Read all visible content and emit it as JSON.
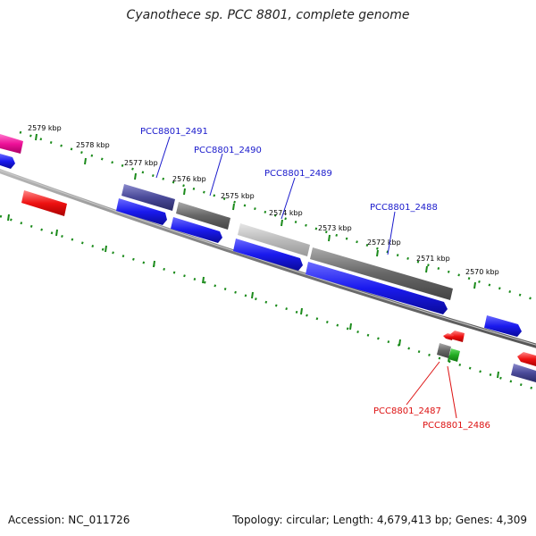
{
  "title": "Cyanothece sp. PCC 8801, complete genome",
  "footer": {
    "accession": "Accession: NC_011726",
    "stats": "Topology: circular; Length: 4,679,413 bp; Genes: 4,309"
  },
  "colors": {
    "forward_cds": "#1a1aee",
    "reverse_cds": "#1a1aee",
    "gene_gray": "#666666",
    "gene_light": "#bbbbbb",
    "gene_dark_purple": "#4a4a99",
    "rna_red": "#ee1111",
    "rna_green": "#22aa22",
    "magenta": "#ee1199",
    "ticks": "#1a8a1a",
    "label_blue": "#1a1acc",
    "label_red": "#dd1111"
  },
  "ticks": [
    {
      "label": "2579 kbp"
    },
    {
      "label": "2578 kbp"
    },
    {
      "label": "2577 kbp"
    },
    {
      "label": "2576 kbp"
    },
    {
      "label": "2575 kbp"
    },
    {
      "label": "2574 kbp"
    },
    {
      "label": "2573 kbp"
    },
    {
      "label": "2572 kbp"
    },
    {
      "label": "2571 kbp"
    },
    {
      "label": "2570 kbp"
    }
  ],
  "gene_labels": [
    {
      "label": "PCC8801_2491"
    },
    {
      "label": "PCC8801_2490"
    },
    {
      "label": "PCC8801_2489"
    },
    {
      "label": "PCC8801_2488"
    },
    {
      "label": "PCC8801_2487"
    },
    {
      "label": "PCC8801_2486"
    }
  ]
}
